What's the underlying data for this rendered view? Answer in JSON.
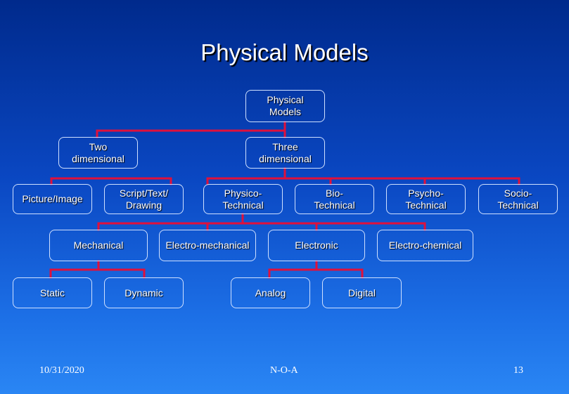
{
  "title": "Physical Models",
  "colors": {
    "connector": "#e0103c",
    "node_border": "#cfe0ff"
  },
  "nodes": {
    "root": "Physical\nModels",
    "two_dimensional": "Two\ndimensional",
    "three_dimensional": "Three\ndimensional",
    "picture_image": "Picture/Image",
    "script_text_drawing": "Script/Text/\nDrawing",
    "physico_technical": "Physico-\nTechnical",
    "bio_technical": "Bio-\nTechnical",
    "psycho_technical": "Psycho-\nTechnical",
    "socio_technical": "Socio-\nTechnical",
    "mechanical": "Mechanical",
    "electro_mechanical": "Electro-mechanical",
    "electronic": "Electronic",
    "electro_chemical": "Electro-chemical",
    "static": "Static",
    "dynamic": "Dynamic",
    "analog": "Analog",
    "digital": "Digital"
  },
  "footer": {
    "date": "10/31/2020",
    "center": "N-O-A",
    "page": "13"
  }
}
